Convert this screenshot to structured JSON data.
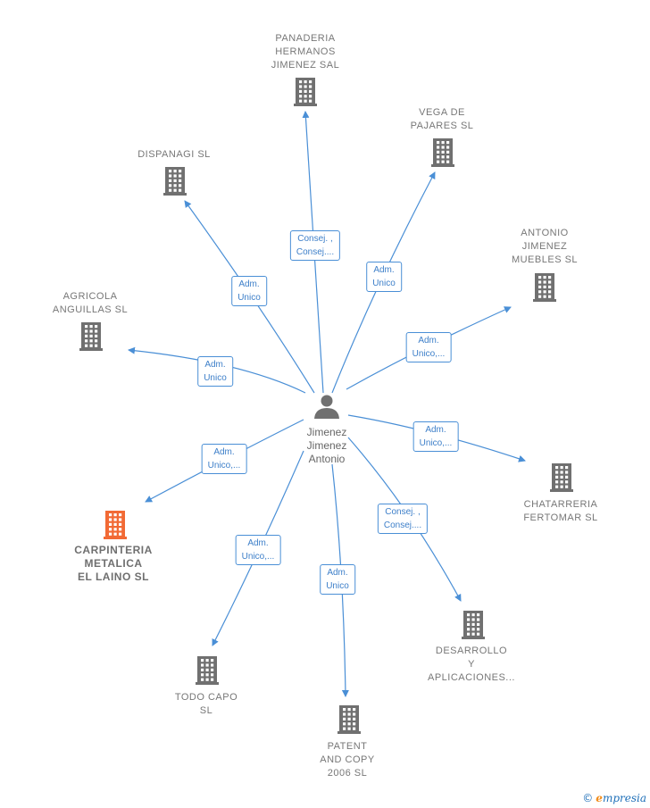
{
  "person": {
    "name_lines": [
      "Jimenez",
      "Jimenez",
      "Antonio"
    ]
  },
  "companies": [
    {
      "id": "panaderia",
      "lines": [
        "PANADERIA",
        "HERMANOS",
        "JIMENEZ SAL"
      ]
    },
    {
      "id": "vega",
      "lines": [
        "VEGA DE",
        "PAJARES SL"
      ]
    },
    {
      "id": "dispanagi",
      "lines": [
        "DISPANAGI SL"
      ]
    },
    {
      "id": "antonio",
      "lines": [
        "ANTONIO",
        "JIMENEZ",
        "MUEBLES  SL"
      ]
    },
    {
      "id": "agricola",
      "lines": [
        "AGRICOLA",
        "ANGUILLAS  SL"
      ]
    },
    {
      "id": "chatarreria",
      "lines": [
        "CHATARRERIA",
        "FERTOMAR SL"
      ]
    },
    {
      "id": "carpinteria",
      "lines": [
        "CARPINTERIA",
        "METALICA",
        "EL LAINO  SL"
      ],
      "highlight": true
    },
    {
      "id": "desarrollo",
      "lines": [
        "DESARROLLO",
        "Y",
        "APLICACIONES..."
      ]
    },
    {
      "id": "todo",
      "lines": [
        "TODO CAPO",
        "SL"
      ]
    },
    {
      "id": "patent",
      "lines": [
        "PATENT",
        "AND COPY",
        "2006 SL"
      ]
    }
  ],
  "relations": [
    {
      "target": "panaderia",
      "lines": [
        "Consej. ,",
        "Consej...."
      ]
    },
    {
      "target": "vega",
      "lines": [
        "Adm.",
        "Unico"
      ]
    },
    {
      "target": "dispanagi",
      "lines": [
        "Adm.",
        "Unico"
      ]
    },
    {
      "target": "antonio",
      "lines": [
        "Adm.",
        "Unico,..."
      ]
    },
    {
      "target": "agricola",
      "lines": [
        "Adm.",
        "Unico"
      ]
    },
    {
      "target": "chatarreria",
      "lines": [
        "Adm.",
        "Unico,..."
      ]
    },
    {
      "target": "carpinteria",
      "lines": [
        "Adm.",
        "Unico,..."
      ]
    },
    {
      "target": "desarrollo",
      "lines": [
        "Consej. ,",
        "Consej...."
      ]
    },
    {
      "target": "todo",
      "lines": [
        "Adm.",
        "Unico,..."
      ]
    },
    {
      "target": "patent",
      "lines": [
        "Adm.",
        "Unico"
      ]
    }
  ],
  "colors": {
    "edge": "#4a8fd6",
    "building": "#707070",
    "highlight": "#f26a35",
    "person": "#707070"
  },
  "brand": {
    "copyright": "©",
    "name_initial": "e",
    "name_rest": "mpresia"
  }
}
